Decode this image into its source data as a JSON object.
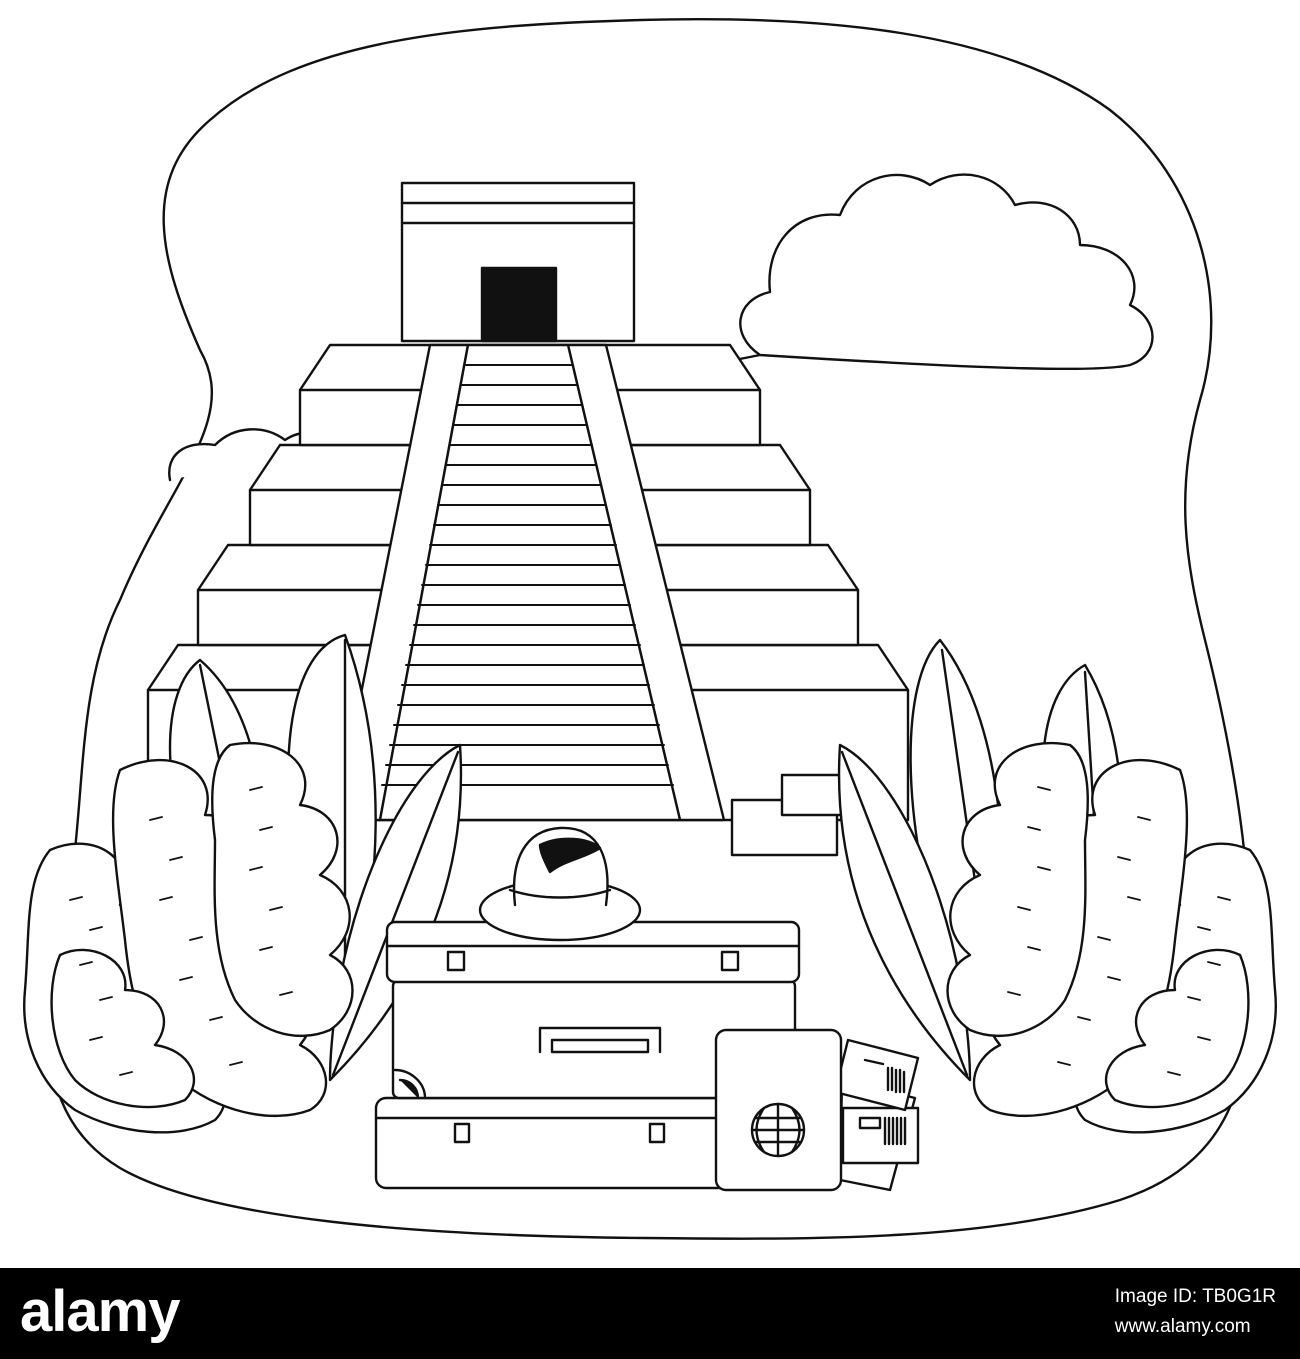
{
  "footer": {
    "logo_text": "alamy",
    "image_id_label": "Image ID:",
    "image_id": "TB0G1R",
    "site": "www.alamy.com"
  },
  "colors": {
    "ink": "#000000",
    "paper": "#ffffff"
  },
  "icons": [
    "pyramid",
    "cloud",
    "leaf",
    "suitcase",
    "hat",
    "passport",
    "globe-icon",
    "ticket"
  ]
}
